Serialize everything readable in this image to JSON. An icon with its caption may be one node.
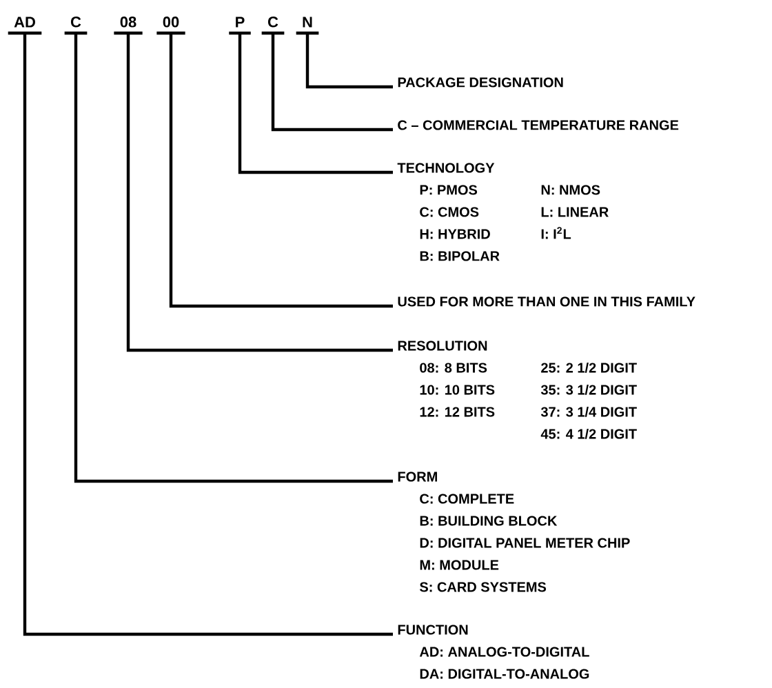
{
  "diagram": {
    "nodes": [
      {
        "text": [
          "AD"
        ]
      },
      {
        "text": [
          "C"
        ]
      },
      {
        "text": [
          "08"
        ]
      },
      {
        "text": [
          "00"
        ]
      },
      {
        "text": [
          "P"
        ]
      },
      {
        "text": [
          "C"
        ]
      },
      {
        "text": [
          "N"
        ]
      },
      {
        "text": [
          "PACKAGE DESIGNATION"
        ]
      },
      {
        "text": [
          "C – COMMERCIAL TEMPERATURE RANGE"
        ]
      },
      {
        "text": [
          "TECHNOLOGY",
          "P: PMOS",
          "N: NMOS",
          "C: CMOS",
          "L: LINEAR",
          "H: HYBRID",
          "I: I$^{2}$L",
          "B: BIPOLAR"
        ]
      },
      {
        "text": [
          "USED FOR MORE THAN ONE IN THIS FAMILY"
        ]
      },
      {
        "text": [
          "RESOLUTION",
          "08: 8 BITS",
          "25: 2 1/2 DIGIT",
          "10: 10 BITS",
          "35: 3 1/2 DIGIT",
          "12: 12 BITS",
          "37: 3 1/4 DIGIT",
          "45: 4 1/2 DIGIT"
        ]
      },
      {
        "text": [
          "FORM",
          "C: COMPLETE",
          "B: BUILDING BLOCK",
          "D: DIGITAL PANEL METER CHIP",
          "M: MODULE",
          "S: CARD SYSTEMS"
        ]
      },
      {
        "text": [
          "FUNCTION",
          "AD: ANALOG-TO-DIGITAL",
          "DA: DIGITAL-TO-ANALOG"
        ]
      }
    ],
    "edges": [
      {
        "from": 6,
        "to": 7,
        "arrow": "none"
      },
      {
        "from": 5,
        "to": 8,
        "arrow": "none"
      },
      {
        "from": 4,
        "to": 9,
        "arrow": "none"
      },
      {
        "from": 3,
        "to": 10,
        "arrow": "none"
      },
      {
        "from": 2,
        "to": 11,
        "arrow": "none"
      },
      {
        "from": 1,
        "to": 12,
        "arrow": "none"
      },
      {
        "from": 0,
        "to": 13,
        "arrow": "none"
      }
    ]
  }
}
